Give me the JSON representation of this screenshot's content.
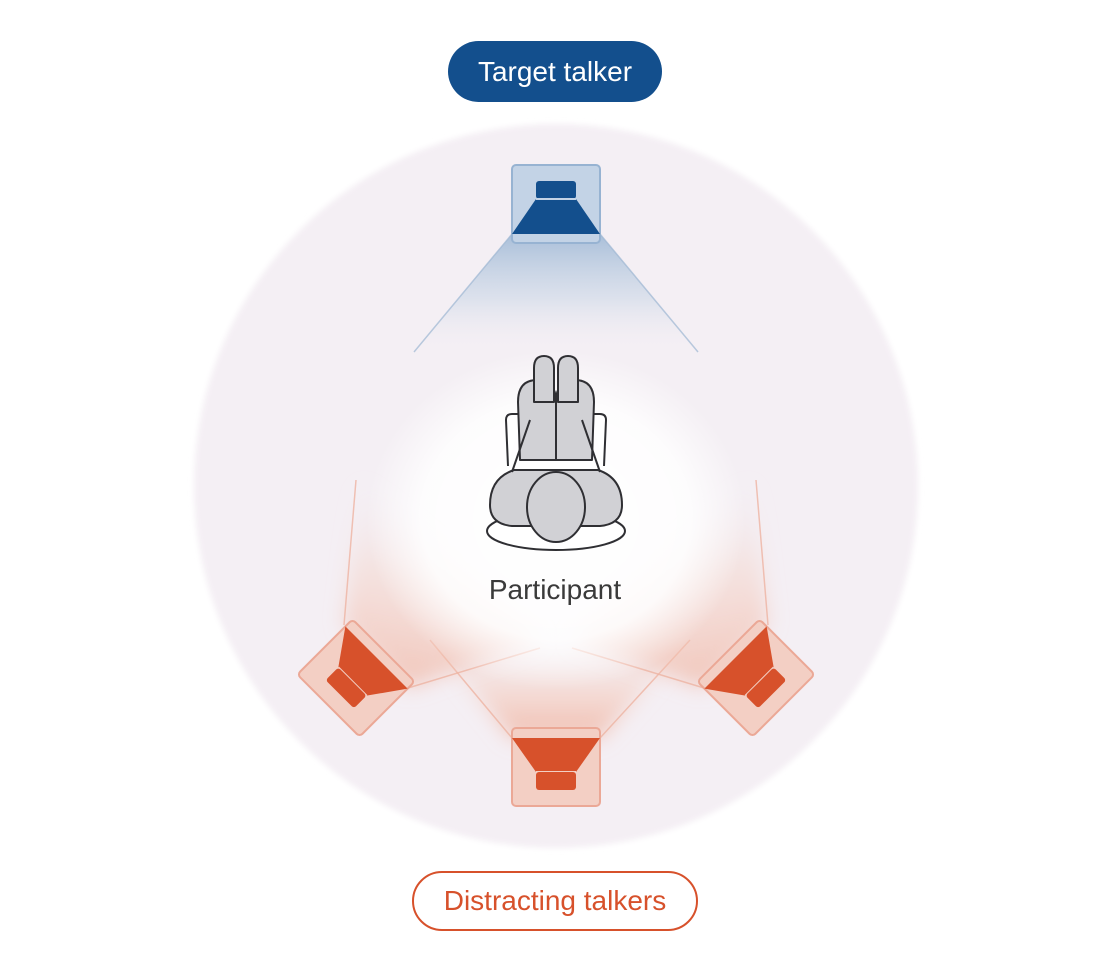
{
  "labels": {
    "target": "Target talker",
    "participant": "Participant",
    "distracting": "Distracting talkers"
  },
  "colors": {
    "target": "#134f8d",
    "distracting": "#d7512b",
    "room": "#f4eff4",
    "body": "#d1d1d5",
    "outline": "#2f2f33"
  },
  "icons": {
    "target_speaker": "speaker-icon",
    "distracting_speakers": "speaker-icon",
    "participant": "seated-person-icon"
  }
}
